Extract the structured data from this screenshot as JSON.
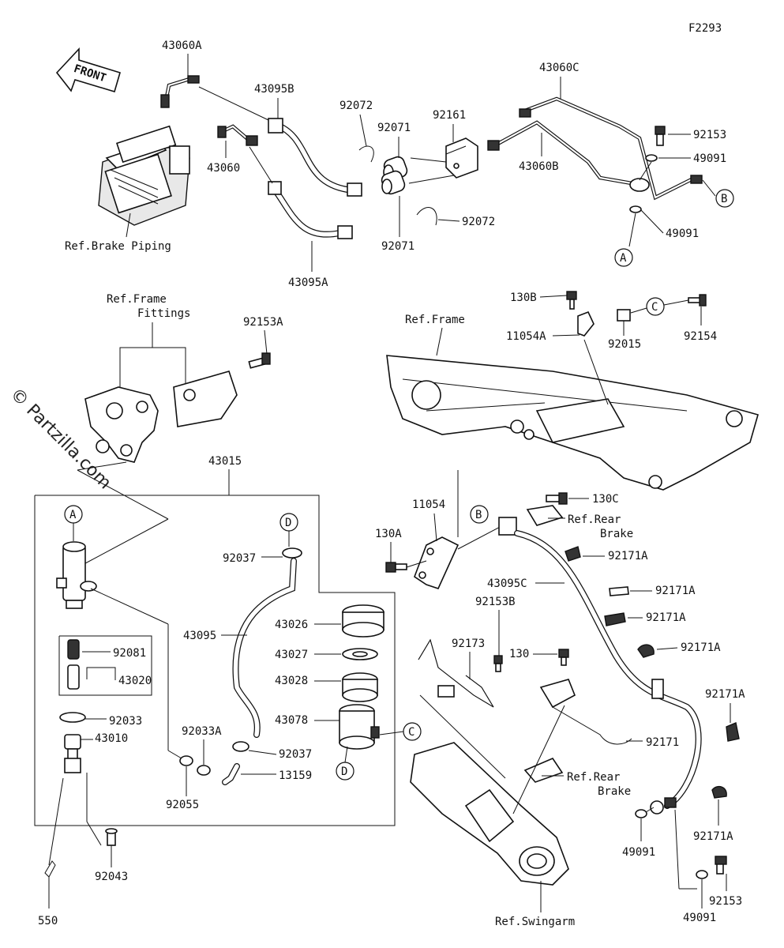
{
  "figure_code": "F2293",
  "watermark": "© Partzilla.com",
  "front_arrow": "FRONT",
  "labels": {
    "p43060A": "43060A",
    "p43095B": "43095B",
    "p92072a": "92072",
    "p92071a": "92071",
    "p92161": "92161",
    "p43060C": "43060C",
    "p92153a": "92153",
    "p49091a": "49091",
    "p43060": "43060",
    "p43060B": "43060B",
    "p92071b": "92071",
    "p92072b": "92072",
    "p49091b": "49091",
    "p43095A": "43095A",
    "p130B": "130B",
    "p11054A": "11054A",
    "p92015": "92015",
    "p92154": "92154",
    "p92153A": "92153A",
    "p43015": "43015",
    "p11054": "11054",
    "p130A": "130A",
    "p130C": "130C",
    "p92171A_1": "92171A",
    "p43095C": "43095C",
    "p92171A_2": "92171A",
    "p92171A_3": "92171A",
    "p92171A_4": "92171A",
    "p92171A_5": "92171A",
    "p92171A_6": "92171A",
    "p92037a": "92037",
    "p43095": "43095",
    "p43026": "43026",
    "p43027": "43027",
    "p43028": "43028",
    "p43078": "43078",
    "p92153B": "92153B",
    "p92173": "92173",
    "p130": "130",
    "p92171": "92171",
    "p92081": "92081",
    "p43020": "43020",
    "p92033": "92033",
    "p43010": "43010",
    "p92033A": "92033A",
    "p92037b": "92037",
    "p13159": "13159",
    "p92055": "92055",
    "p92043": "92043",
    "p550": "550",
    "p49091c": "49091",
    "p49091d": "49091",
    "p92153c": "92153"
  },
  "refs": {
    "brake_piping": "Ref.Brake Piping",
    "frame_fittings_1": "Ref.Frame",
    "frame_fittings_2": "Fittings",
    "frame": "Ref.Frame",
    "rear_brake_1a": "Ref.Rear",
    "rear_brake_1b": "Brake",
    "rear_brake_2a": "Ref.Rear",
    "rear_brake_2b": "Brake",
    "swingarm": "Ref.Swingarm"
  },
  "callouts": {
    "A1": "A",
    "A2": "A",
    "B1": "B",
    "B2": "B",
    "C1": "C",
    "C2": "C",
    "D1": "D",
    "D2": "D"
  }
}
